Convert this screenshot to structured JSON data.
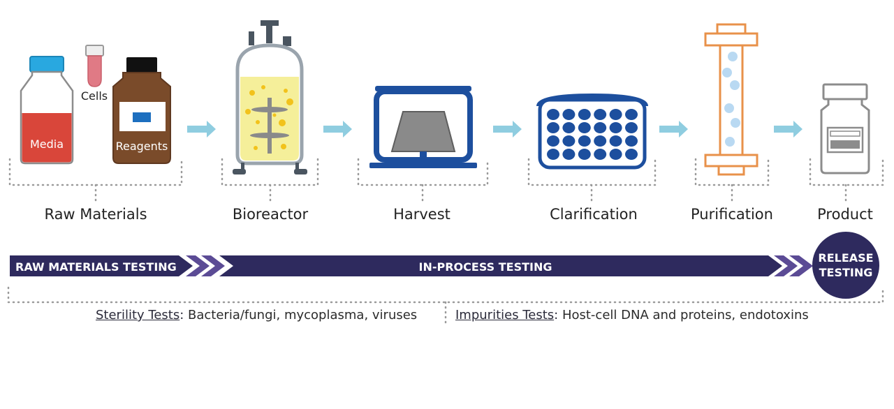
{
  "colors": {
    "navy": "#2e2a5e",
    "arrow_light": "#8fcde0",
    "media_red": "#d9463a",
    "reagent_brown": "#7a4b2a",
    "cap_blue": "#29a8e0",
    "equipment_blue": "#1d4f9e",
    "purification_orange": "#e8914a",
    "reactor_yellow": "#f5ef9a",
    "gray": "#8c8c8c"
  },
  "stages": [
    {
      "id": "raw-materials",
      "label": "Raw Materials"
    },
    {
      "id": "bioreactor",
      "label": "Bioreactor"
    },
    {
      "id": "harvest",
      "label": "Harvest"
    },
    {
      "id": "clarification",
      "label": "Clarification"
    },
    {
      "id": "purification",
      "label": "Purification"
    },
    {
      "id": "product",
      "label": "Product"
    }
  ],
  "raw_materials_items": {
    "media": "Media",
    "cells": "Cells",
    "reagents": "Reagents"
  },
  "testing_band": {
    "raw_materials": "RAW MATERIALS TESTING",
    "in_process": "IN-PROCESS TESTING",
    "release_line1": "RELEASE",
    "release_line2": "TESTING"
  },
  "notes": {
    "sterility_title": "Sterility Tests",
    "sterility_colon": ":",
    "sterility_text": " Bacteria/fungi, mycoplasma, viruses",
    "impurities_title": "Impurities Tests",
    "impurities_colon": ":",
    "impurities_text": " Host-cell DNA and proteins, endotoxins"
  }
}
